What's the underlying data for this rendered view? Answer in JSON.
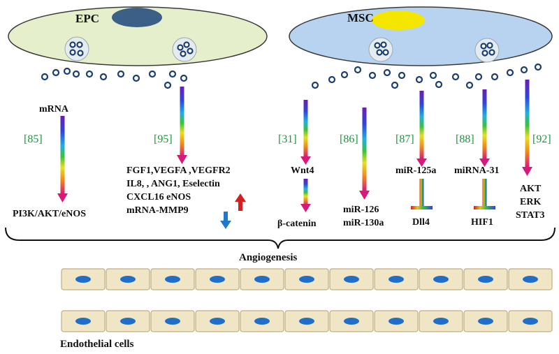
{
  "cells": {
    "epc": {
      "label": "EPC",
      "body_color": "#e6efcc",
      "nucleus_color": "#3b5f86"
    },
    "msc": {
      "label": "MSC",
      "body_color": "#b7d3f0",
      "nucleus_color": "#f5e600"
    }
  },
  "pathways": {
    "epc_mrna": {
      "source": "mRNA",
      "ref": "[85]",
      "target": "PI3K/AKT/eNOS"
    },
    "epc_factors": {
      "ref": "[95]",
      "lines": [
        "FGF1,VEGFA ,VEGFR2",
        "IL8, , ANG1, Eselectin",
        "CXCL16 eNOS",
        "mRNA-MMP9"
      ]
    },
    "msc_wnt4": {
      "ref": "[31]",
      "mid": "Wnt4",
      "target": "β-catenin"
    },
    "msc_mir126": {
      "ref": "[86]",
      "lines": [
        "miR-126",
        "miR-130a"
      ]
    },
    "msc_mir125a": {
      "ref": "[87]",
      "mid": "miR-125a",
      "target": "Dll4"
    },
    "msc_mirna31": {
      "ref": "[88]",
      "mid": "miRNA-31",
      "target": "HIF1"
    },
    "msc_signal": {
      "ref": "[92]",
      "lines": [
        "AKT",
        "ERK",
        "STAT3"
      ]
    }
  },
  "outcome": {
    "label": "Angiogenesis",
    "cells_label": "Endothelial cells",
    "cell_color": "#f0e6c6",
    "nucleus_color": "#1f6fc8"
  },
  "indicators": {
    "up_color": "#d42020",
    "down_color": "#1f78c8"
  }
}
